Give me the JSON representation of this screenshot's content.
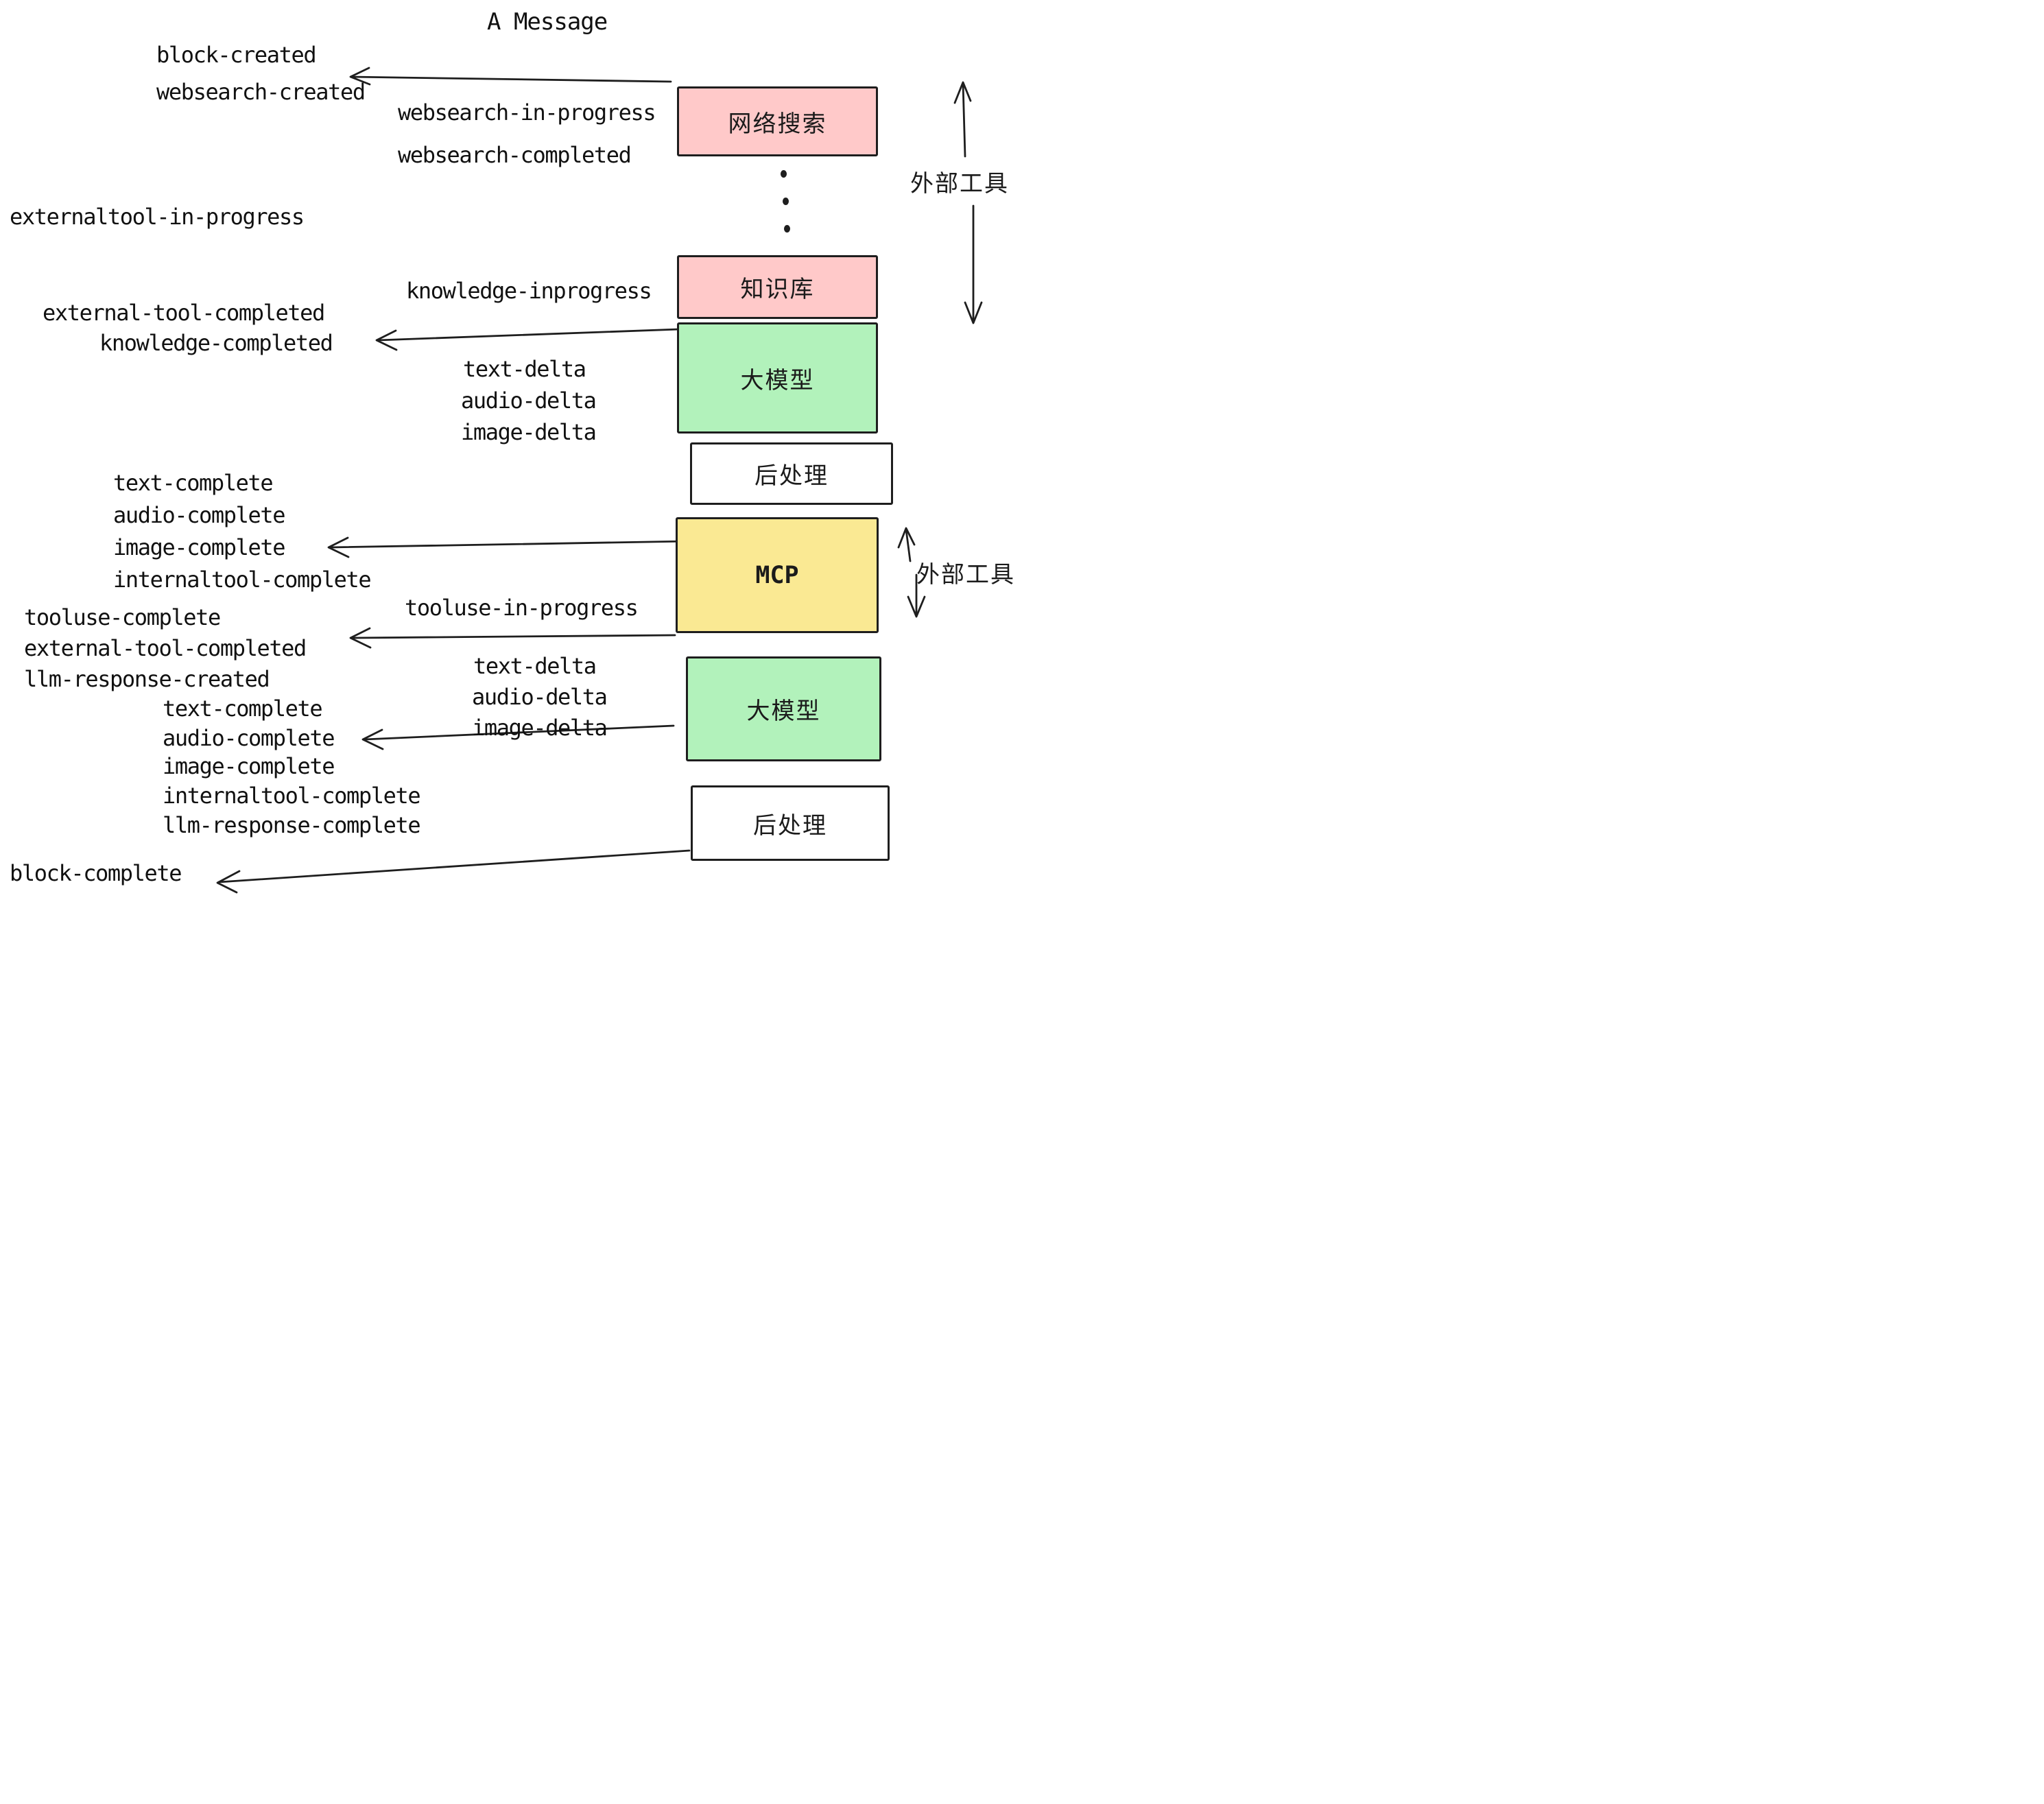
{
  "title": "A Message",
  "colors": {
    "background": "#ffffff",
    "text": "#111111",
    "stroke": "#1e1e1e",
    "box_pink": "#ffc9c9",
    "box_green": "#b2f2bb",
    "box_yellow": "#fae993",
    "box_white": "#ffffff"
  },
  "boxes": {
    "websearch": "网络搜索",
    "knowledge": "知识库",
    "llm_1": "大模型",
    "post_1": "后处理",
    "mcp": "MCP",
    "llm_2": "大模型",
    "post_2": "后处理"
  },
  "side": {
    "external_tools_1": "外部工具",
    "external_tools_2": "外部工具"
  },
  "events": {
    "block_created": "block-created",
    "websearch_created": "websearch-created",
    "websearch_in_progress": "websearch-in-progress",
    "websearch_completed": "websearch-completed",
    "externaltool_in_progress": "externaltool-in-progress",
    "knowledge_inprogress": "knowledge-inprogress",
    "external_tool_completed_1": "external-tool-completed",
    "knowledge_completed": "knowledge-completed",
    "text_delta_1": "text-delta",
    "audio_delta_1": "audio-delta",
    "image_delta_1": "image-delta",
    "text_complete_1": "text-complete",
    "audio_complete_1": "audio-complete",
    "image_complete_1": "image-complete",
    "internaltool_complete_1": "internaltool-complete",
    "tooluse_in_progress": "tooluse-in-progress",
    "tooluse_complete": "tooluse-complete",
    "external_tool_completed_2": "external-tool-completed",
    "llm_response_created": "llm-response-created",
    "text_complete_2": "text-complete",
    "audio_complete_2": "audio-complete",
    "image_complete_2": "image-complete",
    "internaltool_complete_2": "internaltool-complete",
    "llm_response_complete": "llm-response-complete",
    "block_complete": "block-complete",
    "text_delta_2": "text-delta",
    "audio_delta_2": "audio-delta",
    "image_delta_2": "image-delta"
  }
}
